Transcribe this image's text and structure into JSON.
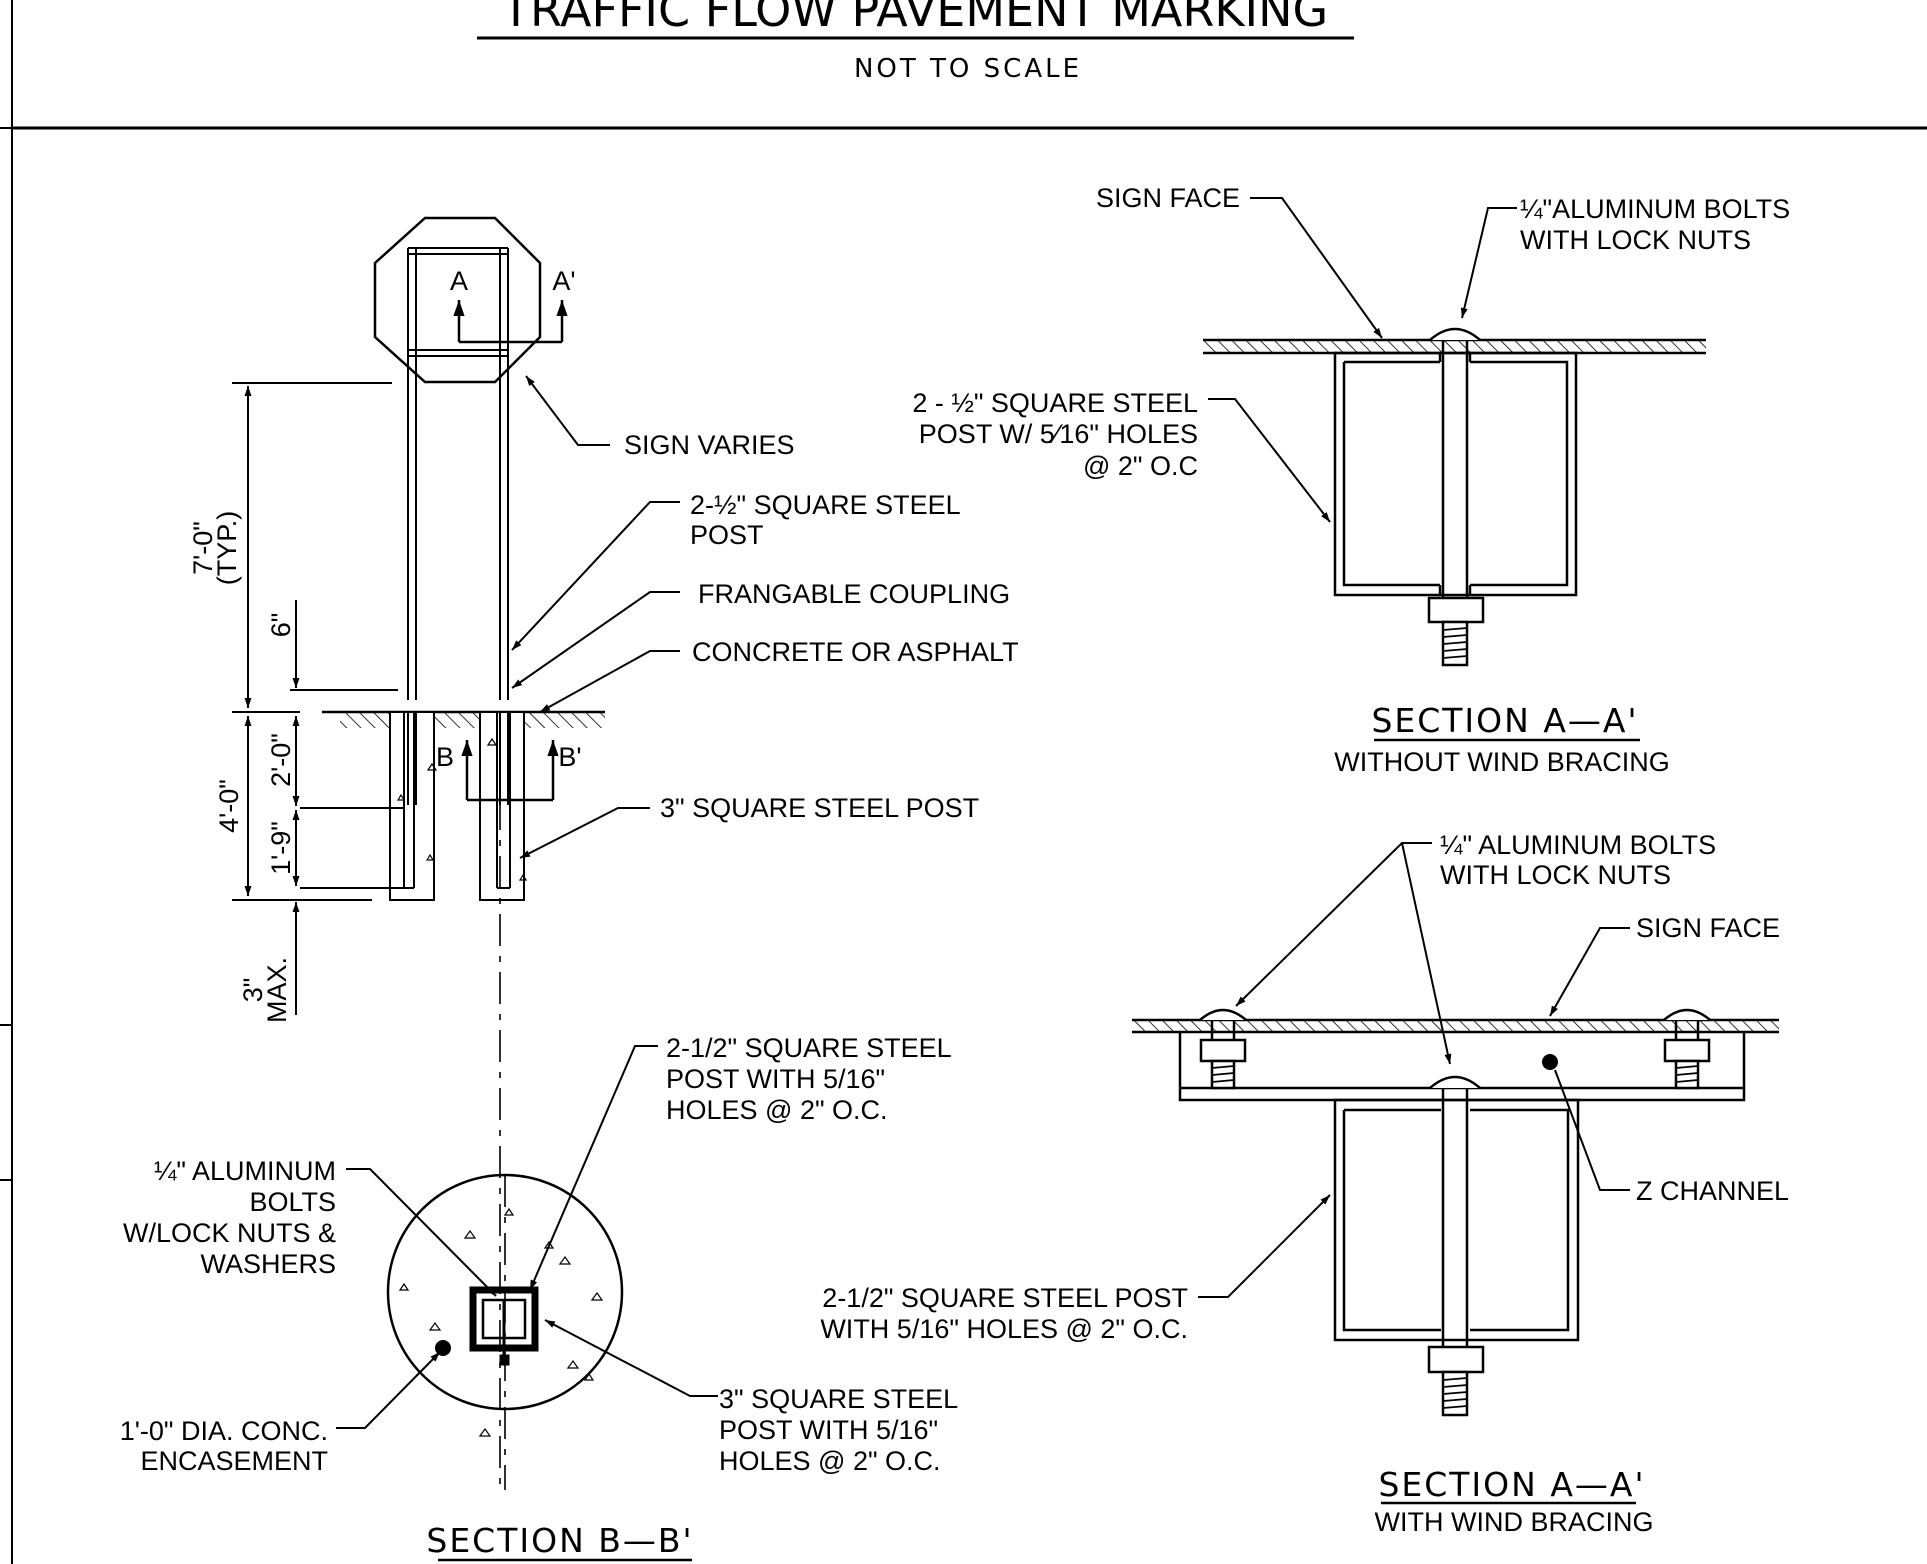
{
  "header": {
    "title": "TRAFFIC FLOW PAVEMENT MARKING",
    "subtitle": "NOT TO SCALE"
  },
  "elevation": {
    "cut_a": "A",
    "cut_a_prime": "A'",
    "cut_b": "B",
    "cut_b_prime": "B'",
    "dim_7ft": "7'-0\"",
    "dim_typ": "(TYP.)",
    "dim_6in": "6\"",
    "dim_4ft": "4'-0\"",
    "dim_2ft": "2'-0\"",
    "dim_1ft9": "1'-9\"",
    "dim_3in": "3\"",
    "dim_max": "MAX.",
    "sign_varies": "SIGN VARIES",
    "post_line1": "2-½\" SQUARE STEEL",
    "post_line2": "POST",
    "frangable": "FRANGABLE COUPLING",
    "concrete": "CONCRETE OR ASPHALT",
    "sq3_post": "3\" SQUARE STEEL POST"
  },
  "section_aa_top": {
    "sign_face": "SIGN FACE",
    "bolts_line1": "¼\"ALUMINUM BOLTS",
    "bolts_line2": "WITH LOCK NUTS",
    "post_line1": "2 - ½\" SQUARE STEEL",
    "post_line2": "POST W/ 5⁄16\" HOLES",
    "post_line3": "@ 2\" O.C",
    "title": "SECTION  A—A'",
    "subtitle": "WITHOUT WIND BRACING"
  },
  "section_aa_bottom": {
    "bolts_line1": "¼\" ALUMINUM BOLTS",
    "bolts_line2": "WITH LOCK NUTS",
    "sign_face": "SIGN FACE",
    "z_channel": "Z CHANNEL",
    "post_line1": "2-1/2\" SQUARE STEEL POST",
    "post_line2": "WITH 5/16\" HOLES @ 2\" O.C.",
    "title": "SECTION  A—A'",
    "subtitle": "WITH WIND BRACING"
  },
  "section_bb": {
    "post_line1": "2-1/2\" SQUARE STEEL",
    "post_line2": "POST WITH 5/16\"",
    "post_line3": "HOLES @ 2\" O.C.",
    "bolts_line1": "¼\" ALUMINUM",
    "bolts_line2": "BOLTS",
    "bolts_line3": "W/LOCK NUTS &",
    "bolts_line4": "WASHERS",
    "sq3_line1": "3\" SQUARE STEEL",
    "sq3_line2": "POST WITH 5/16\"",
    "sq3_line3": "HOLES @ 2\" O.C.",
    "enc_line1": "1'-0\" DIA. CONC.",
    "enc_line2": "ENCASEMENT",
    "title": "SECTION  B—B'"
  }
}
